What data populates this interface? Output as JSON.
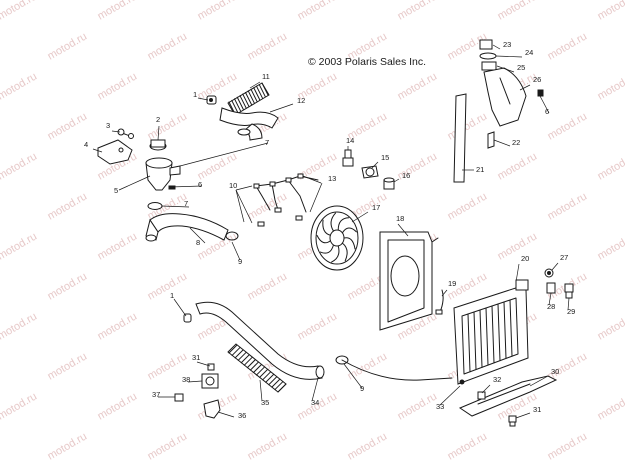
{
  "diagram": {
    "copyright": "© 2003 Polaris Sales Inc.",
    "watermark": "motod.ru",
    "callouts": [
      "1",
      "2",
      "3",
      "4",
      "5",
      "6",
      "7",
      "8",
      "9",
      "10",
      "11",
      "12",
      "13",
      "14",
      "15",
      "16",
      "17",
      "18",
      "19",
      "20",
      "21",
      "22",
      "23",
      "24",
      "25",
      "26",
      "27",
      "28",
      "29",
      "30",
      "31",
      "32",
      "33",
      "34",
      "35",
      "36",
      "37",
      "38"
    ]
  }
}
